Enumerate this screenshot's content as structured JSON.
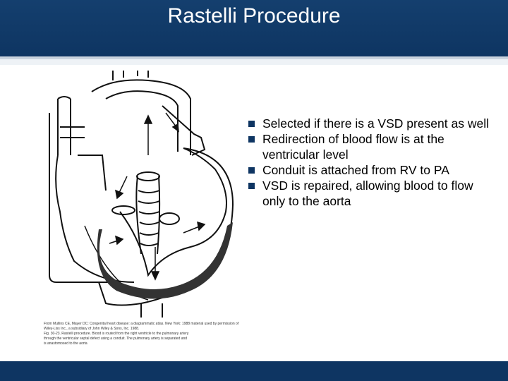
{
  "slide": {
    "title": "Rastelli Procedure",
    "colors": {
      "header": "#0e3562",
      "bullet": "#0e3562",
      "text": "#000000"
    }
  },
  "bullets": [
    "Selected if there is a VSD present as well",
    "Redirection of blood flow is at the ventricular level",
    "Conduit is attached from RV to PA",
    "VSD is repaired, allowing blood to flow only to the aorta"
  ],
  "figure": {
    "caption_lines": [
      "From Mullins CE, Mayer DC: Congenital heart disease: a diagrammatic atlas. New York: 1988 material used by permission of",
      "Wiley-Liss Inc., a subsidiary of John Wiley & Sons, Inc. 1988.",
      "Fig. 30-23. Rastelli procedure. Blood is routed from the right ventricle to the pulmonary artery",
      "through the ventricular septal defect using a conduit. The pulmonary artery is separated and",
      "is anastomosed to the aorta"
    ]
  }
}
